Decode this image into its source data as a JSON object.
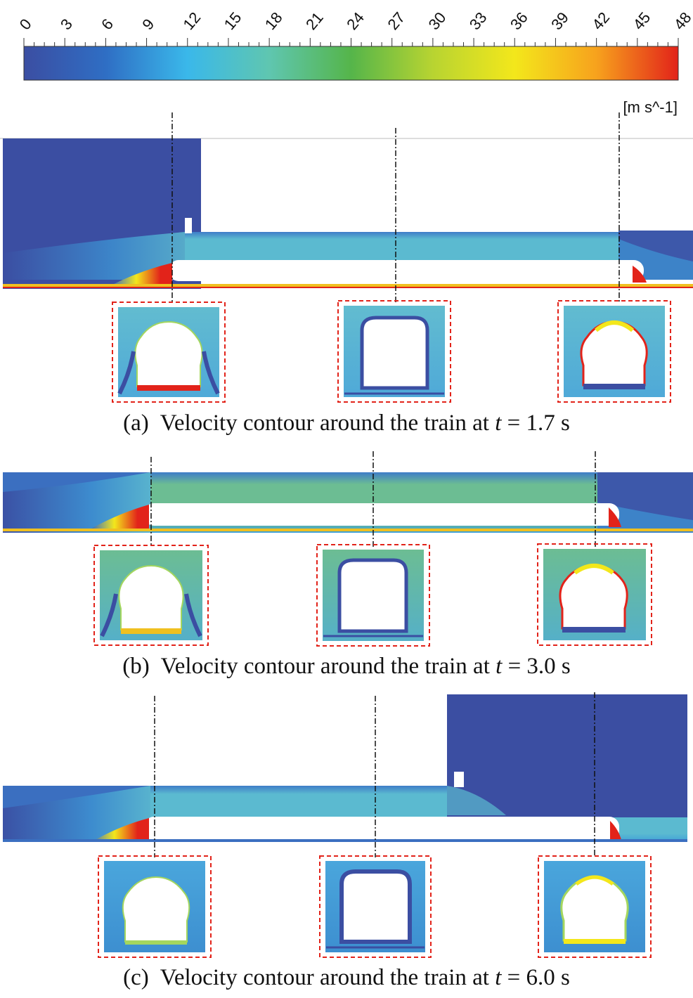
{
  "colorbar": {
    "ticks": [
      "0",
      "3",
      "6",
      "9",
      "12",
      "15",
      "18",
      "21",
      "24",
      "27",
      "30",
      "33",
      "36",
      "39",
      "42",
      "45",
      "48"
    ],
    "unit": "[m s^-1]",
    "stops": [
      {
        "value": 0,
        "color": "#3b4ea2"
      },
      {
        "value": 6,
        "color": "#2f6ec4"
      },
      {
        "value": 12,
        "color": "#3ab8ea"
      },
      {
        "value": 18,
        "color": "#5fc6b0"
      },
      {
        "value": 24,
        "color": "#55b54a"
      },
      {
        "value": 30,
        "color": "#b8d431"
      },
      {
        "value": 36,
        "color": "#f3e71b"
      },
      {
        "value": 42,
        "color": "#f7a21d"
      },
      {
        "value": 48,
        "color": "#e2231a"
      }
    ]
  },
  "colors": {
    "low": "#3b4ea2",
    "tunnel_flow": "#5ab8cf",
    "flow_green": "#6dbb8f",
    "high": "#e2231a",
    "inset_border": "#e2231a"
  },
  "panels": [
    {
      "label": "(a)",
      "text": "Velocity contour around the train at ",
      "var": "t",
      "eq": " = 1.7 s"
    },
    {
      "label": "(b)",
      "text": "Velocity contour around the train at ",
      "var": "t",
      "eq": " = 3.0 s"
    },
    {
      "label": "(c)",
      "text": "Velocity contour around the train at ",
      "var": "t",
      "eq": " = 6.0 s"
    }
  ]
}
